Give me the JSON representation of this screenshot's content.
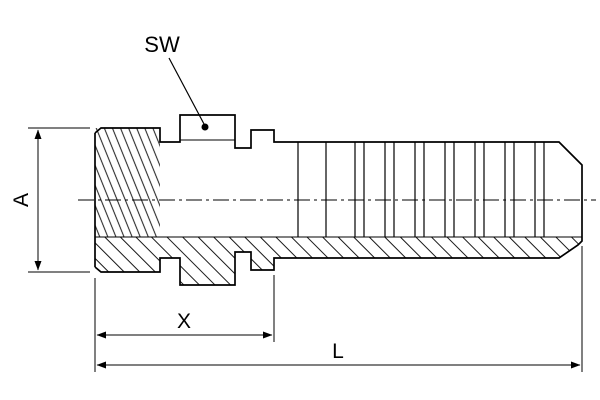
{
  "labels": {
    "sw": "SW",
    "a": "A",
    "x": "X",
    "l": "L"
  },
  "colors": {
    "line": "#000000",
    "background": "#ffffff"
  }
}
